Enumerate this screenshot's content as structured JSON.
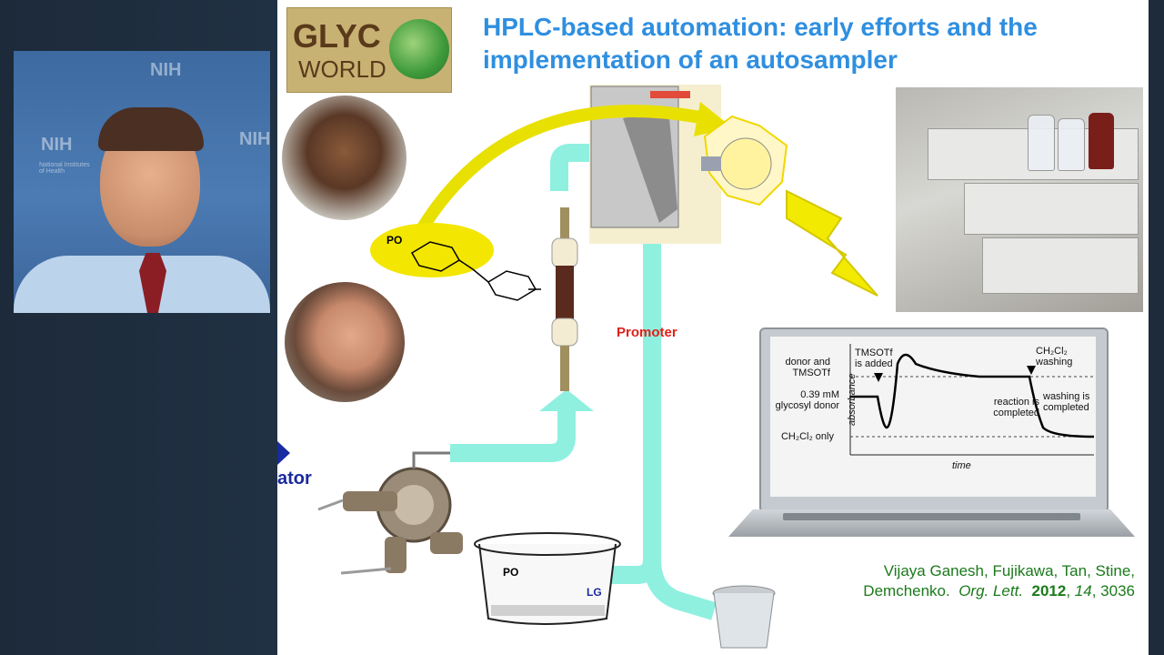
{
  "video": {
    "watermark": "NIH",
    "watermark_sub": "National Institutes of Health"
  },
  "slide": {
    "title": "HPLC-based automation: early efforts and the implementation of an autosampler",
    "logo_text_top": "GLYC",
    "logo_text_bottom": "WORLD",
    "promoter_label": "Promoter",
    "partial_label": "ator",
    "molecule_top_label": "PO",
    "molecule_bottom_labels": [
      "PO",
      "LG"
    ],
    "chart_labels": {
      "donor_tmsotf": "donor and TMSOTf",
      "concentration": "0.39 mM glycosyl donor",
      "ch2cl2_only": "CH₂Cl₂ only",
      "tmsotf_added": "TMSOTf is added",
      "ch2cl2_washing": "CH₂Cl₂ washing",
      "reaction_completed": "reaction is completed",
      "washing_completed": "washing is completed",
      "y_axis": "absorbance",
      "x_axis": "time"
    },
    "citation": {
      "authors_line1": "Vijaya Ganesh, Fujikawa, Tan, Stine,",
      "authors_line2": "Demchenko.",
      "journal": "Org. Lett.",
      "year": "2012",
      "volume": "14",
      "pages": "3036"
    }
  },
  "colors": {
    "title": "#2f8fe0",
    "tubing": "#8ff0e0",
    "promoter": "#e0201a",
    "citation": "#1b7a1b",
    "bolt": "#f2ea00"
  }
}
